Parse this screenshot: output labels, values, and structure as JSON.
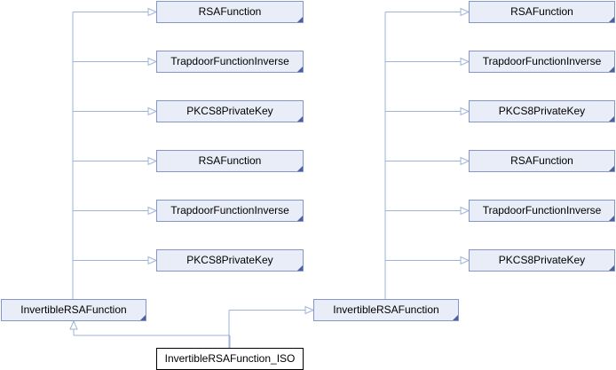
{
  "colors": {
    "node_fill": "#e8edf7",
    "node_border": "#8496c8",
    "highlight_fill": "#ffffff",
    "highlight_border": "#000000",
    "edge": "#9fb3d9",
    "corner": "#4b5f9e"
  },
  "diagram": {
    "type": "inheritance-graph",
    "nodes": [
      {
        "id": "l_rsa1",
        "label": "RSAFunction"
      },
      {
        "id": "l_tfi1",
        "label": "TrapdoorFunctionInverse"
      },
      {
        "id": "l_pk1",
        "label": "PKCS8PrivateKey"
      },
      {
        "id": "l_rsa2",
        "label": "RSAFunction"
      },
      {
        "id": "l_tfi2",
        "label": "TrapdoorFunctionInverse"
      },
      {
        "id": "l_pk2",
        "label": "PKCS8PrivateKey"
      },
      {
        "id": "r_rsa1",
        "label": "RSAFunction"
      },
      {
        "id": "r_tfi1",
        "label": "TrapdoorFunctionInverse"
      },
      {
        "id": "r_pk1",
        "label": "PKCS8PrivateKey"
      },
      {
        "id": "r_rsa2",
        "label": "RSAFunction"
      },
      {
        "id": "r_tfi2",
        "label": "TrapdoorFunctionInverse"
      },
      {
        "id": "r_pk2",
        "label": "PKCS8PrivateKey"
      },
      {
        "id": "l_irsa",
        "label": "InvertibleRSAFunction"
      },
      {
        "id": "r_irsa",
        "label": "InvertibleRSAFunction"
      },
      {
        "id": "iso",
        "label": "InvertibleRSAFunction_ISO",
        "highlight": true
      }
    ],
    "edges": [
      {
        "from": "l_irsa",
        "to": "l_rsa1"
      },
      {
        "from": "l_irsa",
        "to": "l_tfi1"
      },
      {
        "from": "l_irsa",
        "to": "l_pk1"
      },
      {
        "from": "l_irsa",
        "to": "l_rsa2"
      },
      {
        "from": "l_irsa",
        "to": "l_tfi2"
      },
      {
        "from": "l_irsa",
        "to": "l_pk2"
      },
      {
        "from": "r_irsa",
        "to": "r_rsa1"
      },
      {
        "from": "r_irsa",
        "to": "r_tfi1"
      },
      {
        "from": "r_irsa",
        "to": "r_pk1"
      },
      {
        "from": "r_irsa",
        "to": "r_rsa2"
      },
      {
        "from": "r_irsa",
        "to": "r_tfi2"
      },
      {
        "from": "r_irsa",
        "to": "r_pk2"
      },
      {
        "from": "iso",
        "to": "l_irsa"
      },
      {
        "from": "iso",
        "to": "r_irsa"
      }
    ]
  }
}
